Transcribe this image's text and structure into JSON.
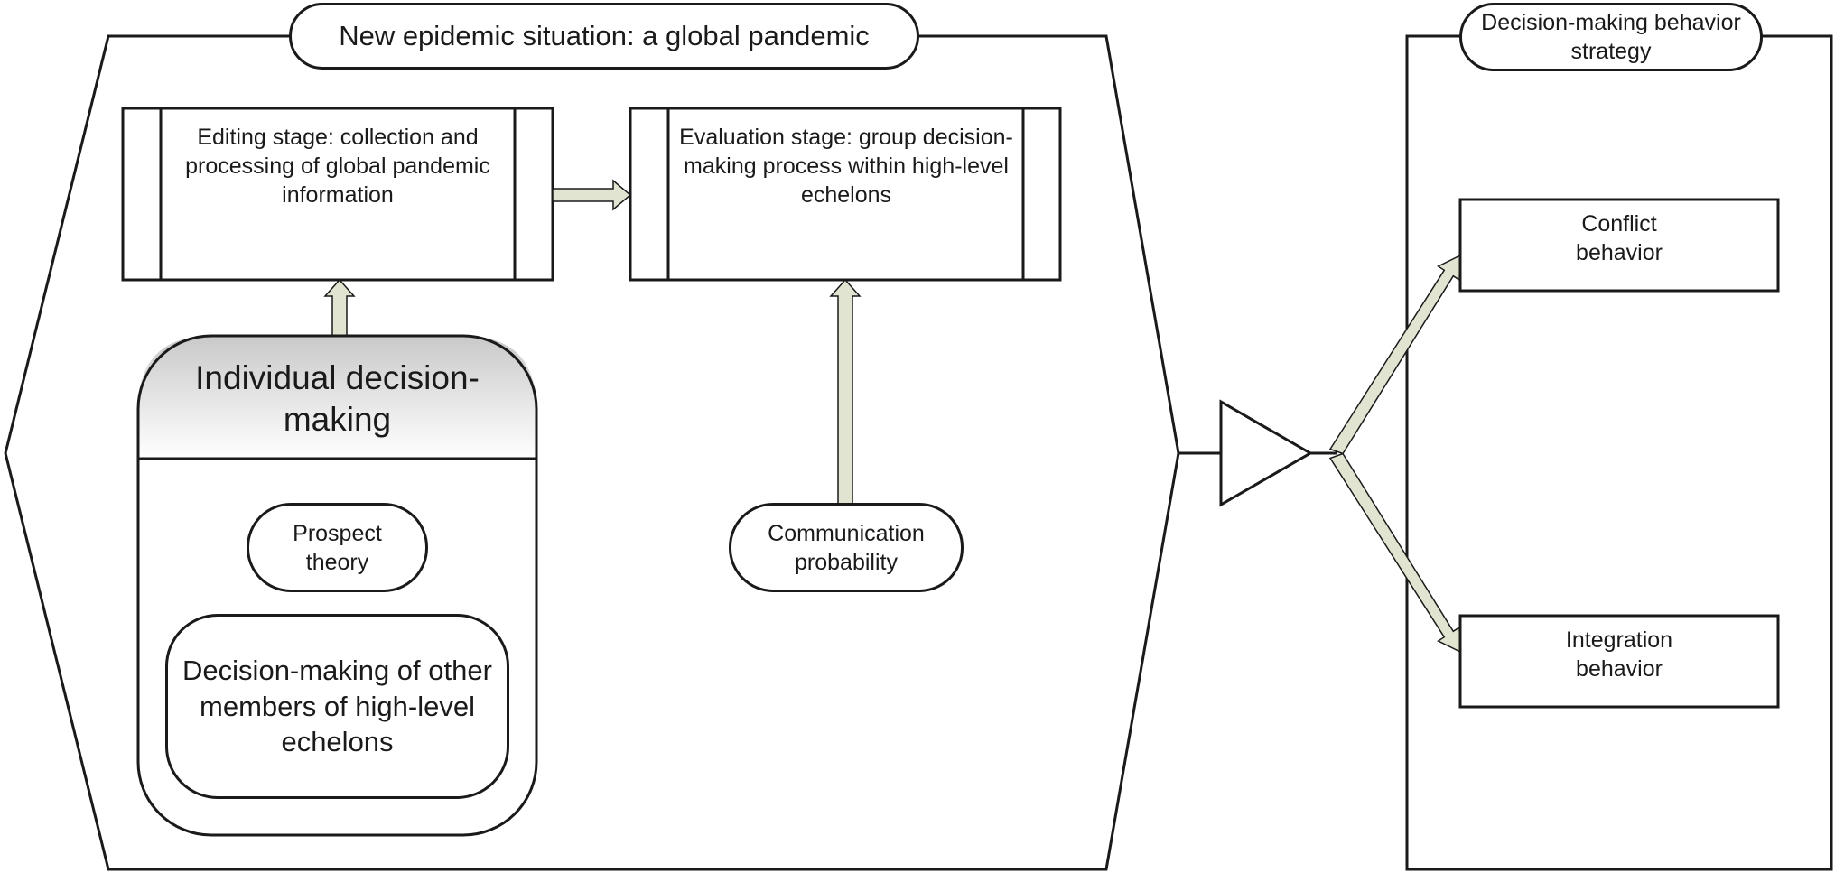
{
  "situation_title": "New epidemic situation: a global pandemic",
  "strategy_title": "Decision-making behavior strategy",
  "editing_stage": "Editing stage: collection and processing of global pandemic information",
  "evaluation_stage": "Evaluation stage: group decision-making process within high-level echelons",
  "individual_header": "Individual decision-making",
  "prospect_theory": "Prospect theory",
  "other_members": "Decision-making of other members of high-level echelons",
  "communication_probability": "Communication probability",
  "outcomes": {
    "conflict": "Conflict behavior",
    "integration": "Integration behavior"
  },
  "colors": {
    "stroke": "#1a1a1a",
    "arrow_fill": "#e1e4d0",
    "header_gradient_top": "#c9c9c9",
    "header_gradient_bottom": "#ffffff"
  }
}
